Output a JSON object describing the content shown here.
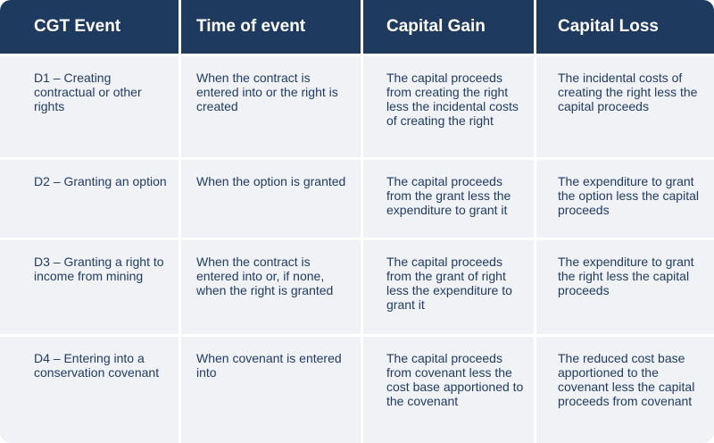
{
  "table": {
    "headers": [
      "CGT Event",
      "Time of event",
      "Capital Gain",
      "Capital Loss"
    ],
    "rows": [
      {
        "event": "D1 – Creating contractual or other rights",
        "time": "When the contract is entered into or the right is created",
        "gain": "The capital proceeds from creating the right less the incidental costs of creating the right",
        "loss": "The incidental costs of creating the right less the capital proceeds"
      },
      {
        "event": "D2 – Granting an option",
        "time": "When the option is granted",
        "gain": "The capital proceeds from the grant less the expenditure to grant it",
        "loss": "The expenditure to grant the option less the capital proceeds"
      },
      {
        "event": "D3 – Granting a right to income from mining",
        "time": "When the contract is entered into or, if none, when the right is granted",
        "gain": "The capital proceeds from the grant of right less the expenditure to grant it",
        "loss": "The expenditure to grant the right less the capital proceeds"
      },
      {
        "event": "D4 – Entering into a conservation covenant",
        "time": "When covenant is entered into",
        "gain": "The capital proceeds from covenant less the cost base apportioned to the covenant",
        "loss": "The reduced cost base apportioned to the covenant less the capital proceeds from covenant"
      }
    ]
  },
  "colors": {
    "header_bg": "#1e3a5f",
    "row_bg": "#f0f2f6",
    "text": "#1e3a5f"
  }
}
